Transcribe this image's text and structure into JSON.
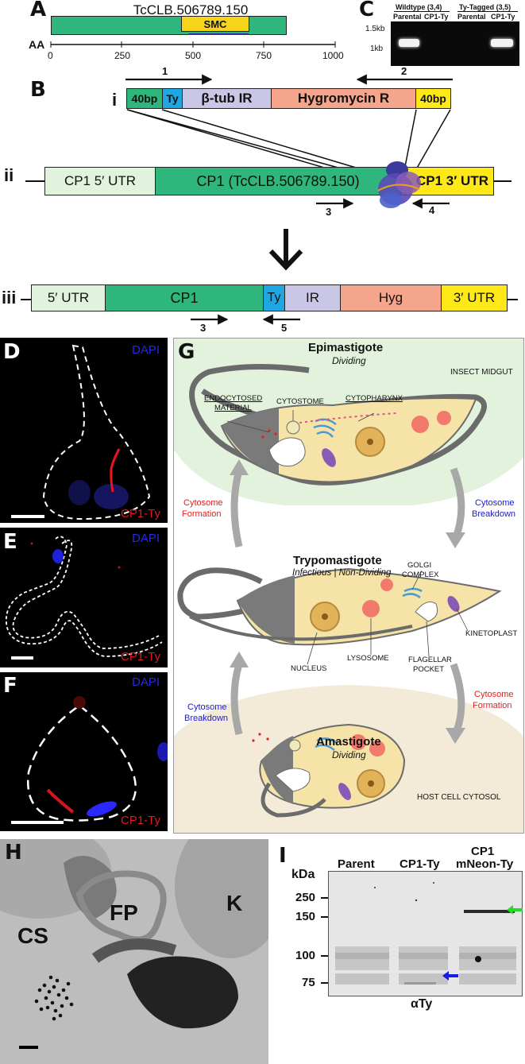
{
  "panelA": {
    "label": "A",
    "gene_id": "TcCLB.506789.150",
    "domain": "SMC",
    "axis_label": "AA",
    "ticks": [
      "0",
      "250",
      "500",
      "750",
      "1000"
    ],
    "colors": {
      "gene": "#2fb67c",
      "smc": "#f7d417",
      "bar": "#2b2fa6"
    }
  },
  "panelB": {
    "label": "B",
    "i": {
      "roman": "i",
      "primer1": "1",
      "primer2": "2",
      "segments": [
        "40bp",
        "Ty",
        "β-tub IR",
        "Hygromycin R",
        "40bp"
      ]
    },
    "ii": {
      "roman": "ii",
      "segments": [
        "CP1 5′ UTR",
        "CP1 (TcCLB.506789.150)",
        "CP1 3′ UTR"
      ],
      "primer3": "3",
      "primer4": "4"
    },
    "iii": {
      "roman": "iii",
      "segments": [
        "5′ UTR",
        "CP1",
        "Ty",
        "IR",
        "Hyg",
        "3′ UTR"
      ],
      "primer3": "3",
      "primer5": "5"
    }
  },
  "panelC": {
    "label": "C",
    "group1": "Wildtype (3,4)",
    "group2": "Ty-Tagged (3,5)",
    "lanes": [
      "Parental",
      "CP1-Ty",
      "Parental",
      "CP1-Ty"
    ],
    "markers": [
      "1.5kb",
      "1kb"
    ]
  },
  "panelD": {
    "label": "D",
    "dapi": "DAPI",
    "marker": "CP1-Ty"
  },
  "panelE": {
    "label": "E",
    "dapi": "DAPI",
    "marker": "CP1-Ty"
  },
  "panelF": {
    "label": "F",
    "dapi": "DAPI",
    "marker": "CP1-Ty"
  },
  "panelG": {
    "label": "G",
    "epimastigote": {
      "title": "Epimastigote",
      "subtitle": "Dividing",
      "location": "INSECT MIDGUT"
    },
    "trypomastigote": {
      "title": "Trypomastigote",
      "subtitle": "Infectious | Non-Dividing"
    },
    "amastigote": {
      "title": "Amastigote",
      "subtitle": "Dividing",
      "location": "HOST CELL CYTOSOL"
    },
    "labels": {
      "endocytosed": "ENDOCYTOSED",
      "material": "MATERIAL",
      "cytostome": "CYTOSTOME",
      "cytopharynx": "CYTOPHARYNX",
      "golgi1": "GOLGI",
      "golgi2": "COMPLEX",
      "kinetoplast": "KINETOPLAST",
      "nucleus": "NUCLEUS",
      "lysosome": "LYSOSOME",
      "flagellar1": "FLAGELLAR",
      "flagellar2": "POCKET"
    },
    "arrows": {
      "formation1": "Cytosome",
      "formation2": "Formation",
      "breakdown1": "Cytosome",
      "breakdown2": "Breakdown"
    },
    "colors": {
      "red": "#e02020",
      "blue": "#1a1ad0"
    }
  },
  "panelH": {
    "label": "H",
    "cs": "CS",
    "fp": "FP",
    "k": "K"
  },
  "panelI": {
    "label": "I",
    "unit": "kDa",
    "markers": [
      "250",
      "150",
      "100",
      "75"
    ],
    "lanes": [
      "Parent",
      "CP1-Ty",
      "CP1",
      "mNeon-Ty"
    ],
    "antibody": "αTy"
  }
}
